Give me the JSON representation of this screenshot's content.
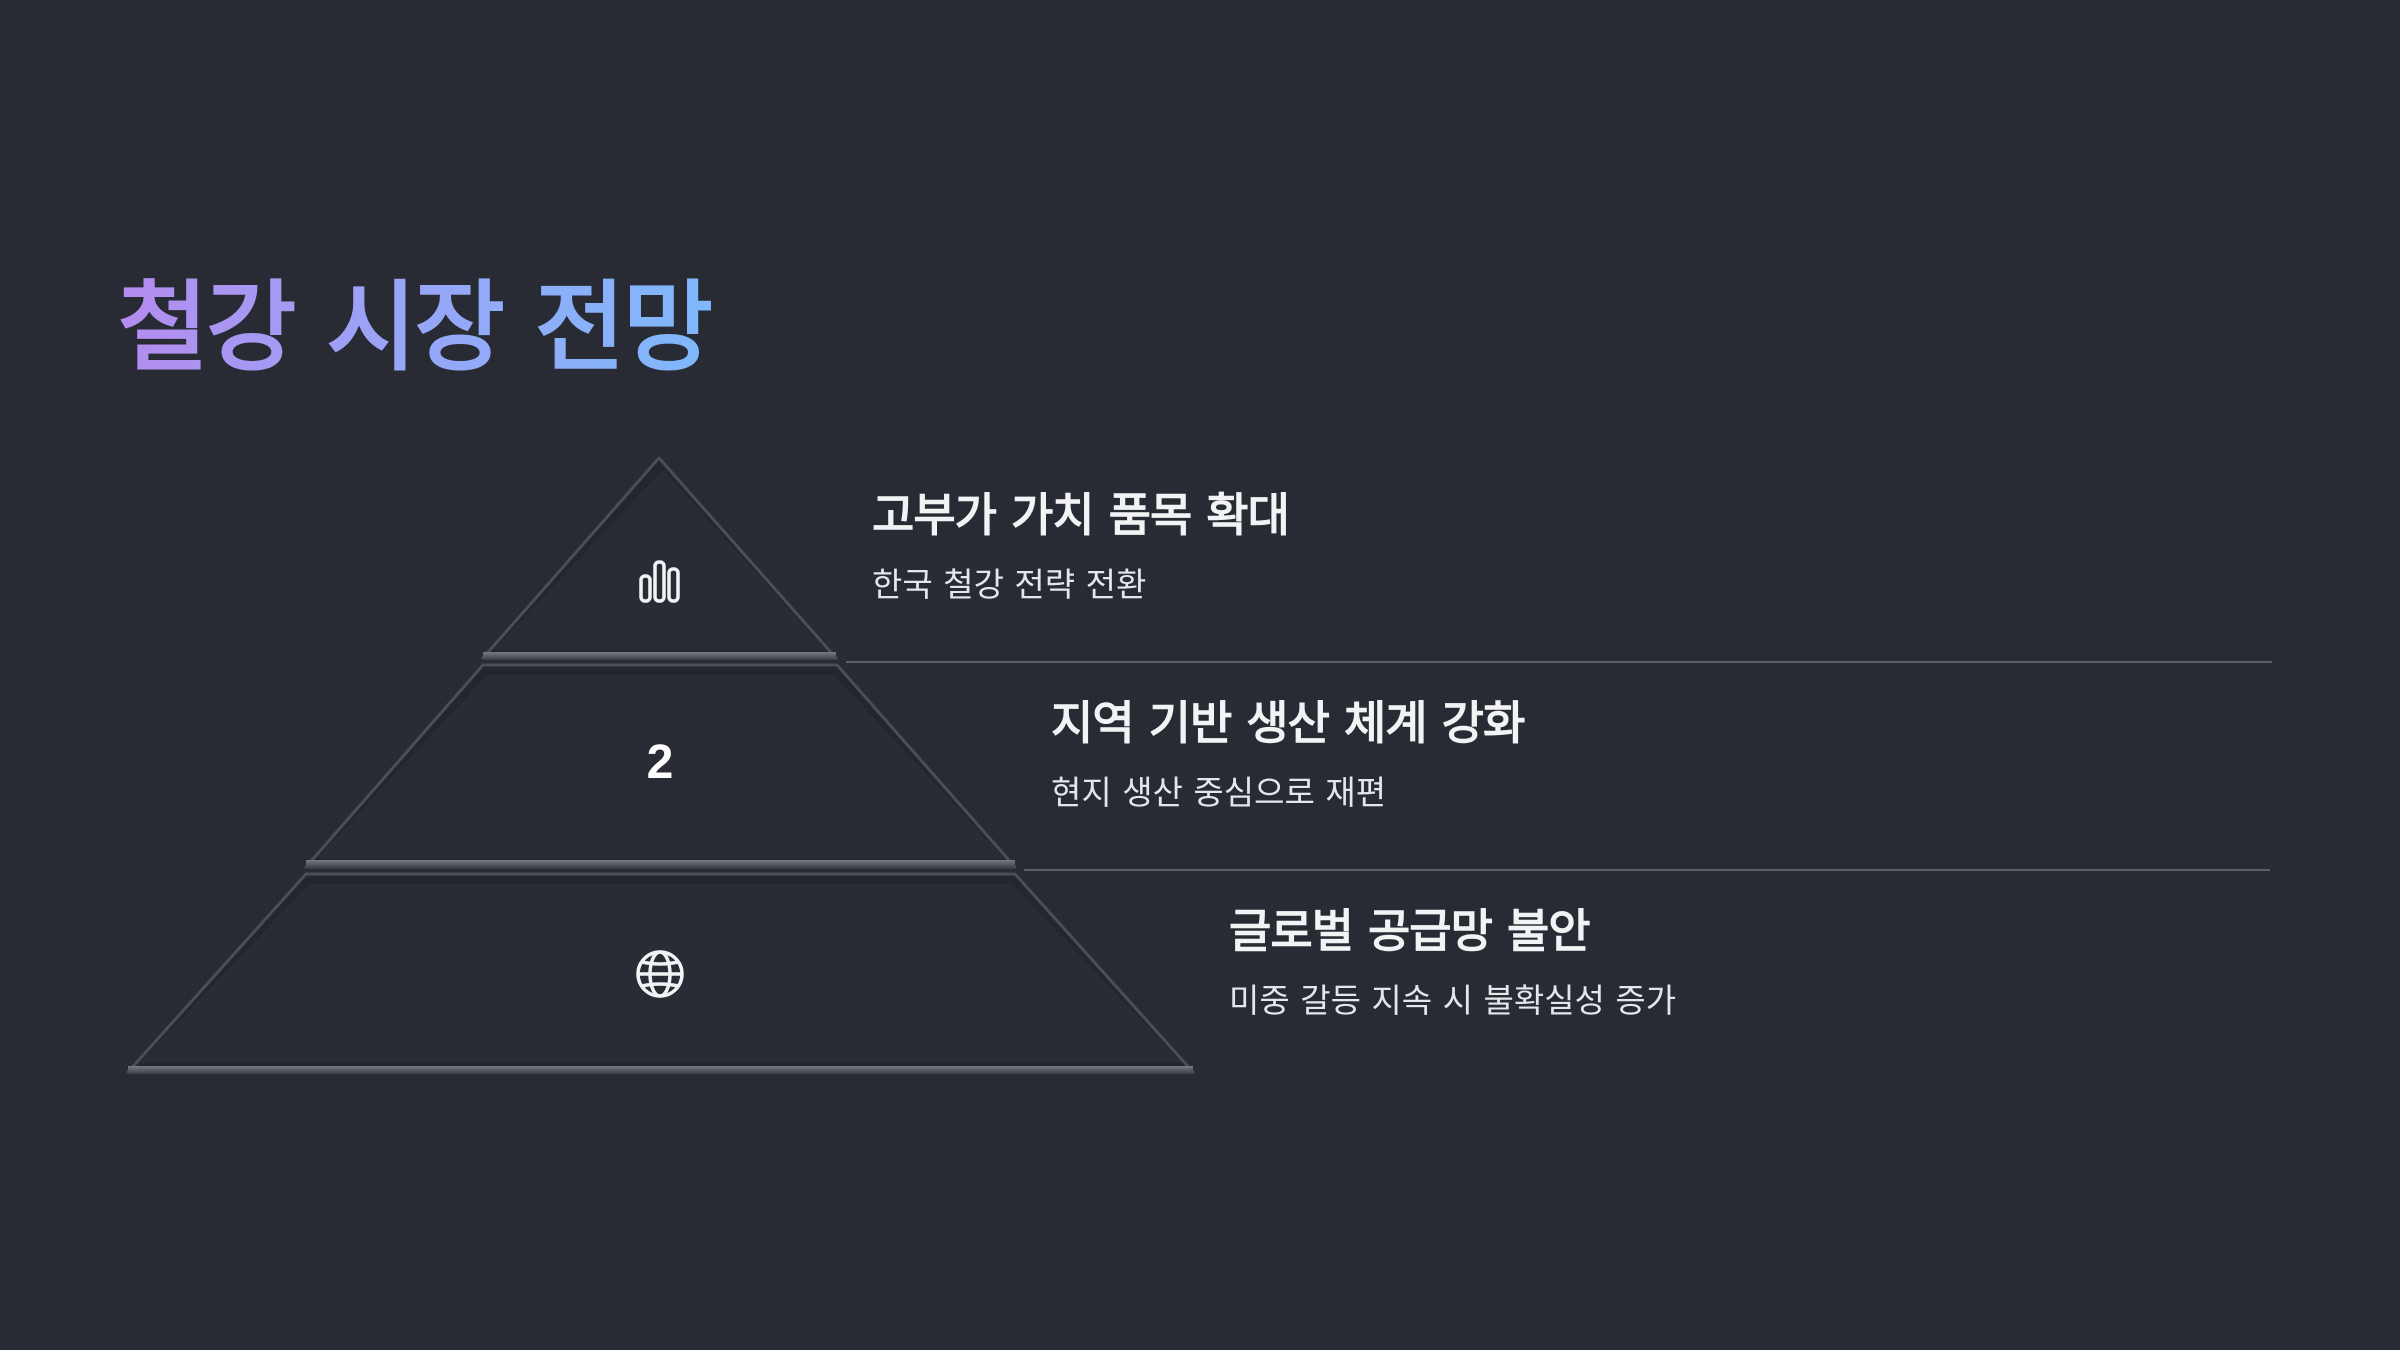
{
  "slide": {
    "title": "철강 시장 전망"
  },
  "pyramid": {
    "levels": [
      {
        "icon": "bar-chart-icon",
        "heading": "고부가 가치 품목 확대",
        "description": "한국 철강 전략 전환"
      },
      {
        "number": "2",
        "heading": "지역 기반 생산 체계 강화",
        "description": "현지 생산 중심으로 재편"
      },
      {
        "icon": "globe-icon",
        "heading": "글로벌 공급망 불안",
        "description": "미중 갈등 지속 시 불확실성 증가"
      }
    ]
  },
  "colors": {
    "background": "#282b33",
    "title_gradient_start": "#b48cf0",
    "title_gradient_end": "#7fb8fb",
    "text": "#f2f3f5",
    "divider": "#5b5f67"
  }
}
